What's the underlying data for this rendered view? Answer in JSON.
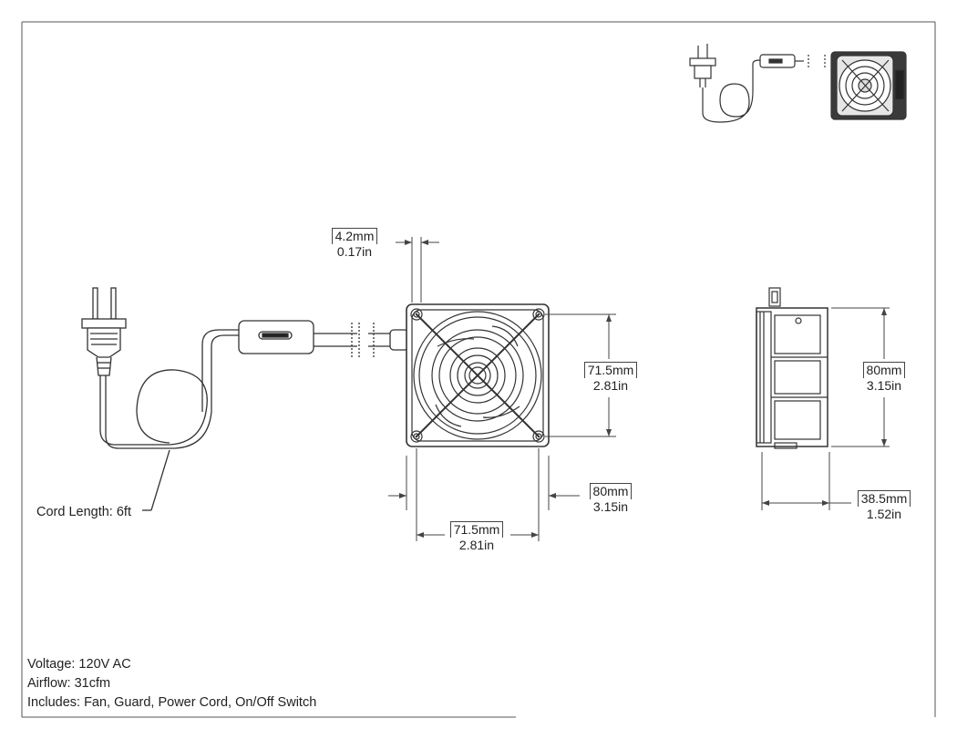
{
  "dimensions": {
    "hole_offset": {
      "mm": "4.2mm",
      "in": "0.17in"
    },
    "hole_spacing_vertical": {
      "mm": "71.5mm",
      "in": "2.81in"
    },
    "fan_width": {
      "mm": "80mm",
      "in": "3.15in"
    },
    "hole_spacing_horizontal": {
      "mm": "71.5mm",
      "in": "2.81in"
    },
    "side_height": {
      "mm": "80mm",
      "in": "3.15in"
    },
    "depth": {
      "mm": "38.5mm",
      "in": "1.52in"
    }
  },
  "cord_label": "Cord Length: 6ft",
  "specs": {
    "voltage": "Voltage: 120V AC",
    "airflow": "Airflow: 31cfm",
    "includes": "Includes: Fan, Guard, Power Cord, On/Off Switch"
  }
}
